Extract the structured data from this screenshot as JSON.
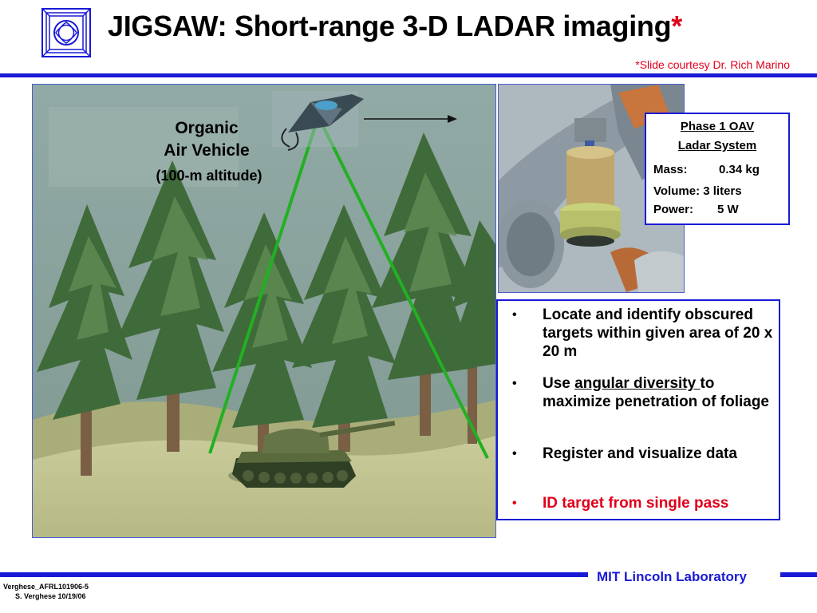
{
  "header": {
    "title": "JIGSAW: Short-range 3-D LADAR imaging",
    "title_marker": "*",
    "courtesy": "*Slide courtesy Dr. Rich Marino"
  },
  "scene": {
    "label_line1": "Organic",
    "label_line2": "Air Vehicle",
    "label_line3": "(100-m altitude)"
  },
  "spec_box": {
    "title_line1": "Phase 1 OAV",
    "title_line2": "Ladar System",
    "rows": [
      {
        "label": "Mass:",
        "value": "0.34 kg"
      },
      {
        "label": "Volume:",
        "value": "3 liters"
      },
      {
        "label": "Power:",
        "value": "5 W"
      }
    ]
  },
  "bullets": [
    {
      "text": "Locate and identify obscured targets within given area of 20 x 20 m"
    },
    {
      "pre": "Use ",
      "underlined": "angular diversity ",
      "post": "to maximize penetration of foliage"
    },
    {
      "text": "Register and visualize data"
    },
    {
      "text": "ID target from single pass",
      "highlight": true
    }
  ],
  "bullet_symbol": "•",
  "footer": {
    "lab_name": "MIT Lincoln Laboratory",
    "doc_id": "Verghese_AFRL101906-5",
    "author_date": "S. Verghese 10/19/06"
  },
  "colors": {
    "accent_blue": "#1a1ad6",
    "highlight_red": "#e0001b",
    "beam_green": "#22b022"
  },
  "icons": {
    "logo": "mit-lincoln-logo-icon",
    "aircraft": "organic-air-vehicle-icon",
    "tank": "tank-icon",
    "direction_arrow": "arrow-right-icon"
  }
}
